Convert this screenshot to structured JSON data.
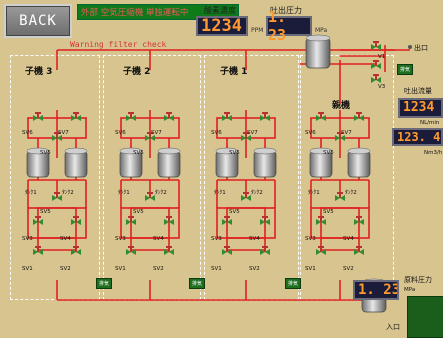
{
  "header": {
    "back_label": "BACK",
    "status_text": "外部 空気圧縮機 単独運転中",
    "o2_label": "酸素濃度",
    "o2_value": "1234",
    "o2_unit": "PPM",
    "dp_label": "吐出圧力",
    "dp_value": "1. 23",
    "dp_unit": "MPa"
  },
  "warning_text": "Warning filter check",
  "panels": [
    {
      "title": "子機 3"
    },
    {
      "title": "子機 2"
    },
    {
      "title": "子機 1"
    },
    {
      "title": "親機"
    }
  ],
  "unit_labels": {
    "sv6": "SV6",
    "sv7": "SV7",
    "sv5": "SV5",
    "sv3": "SV3",
    "sv4": "SV4",
    "sv1": "SV1",
    "sv2": "SV2",
    "tank1": "ﾀﾝｸ1",
    "tank2": "ﾀﾝｸ2",
    "exhaust": "排気"
  },
  "right": {
    "outlet_label": "出口",
    "v1": "V1",
    "v3": "V3",
    "exhaust1": "排気",
    "flow_label": "吐出流量",
    "flow_value": "1234",
    "flow_unit": "NL/min",
    "flow2_value": "123. 4",
    "flow2_unit": "Nm3/h",
    "raw_label": "原料圧力",
    "raw_value": "1. 23",
    "raw_unit": "MPa",
    "inlet_label": "入口"
  },
  "colors": {
    "background": "#d8c48f",
    "pipe": "#e02020",
    "valve": "#2f8d2f",
    "readout_bg": "#1b1b3a",
    "readout_fg": "#ff9a2e"
  }
}
